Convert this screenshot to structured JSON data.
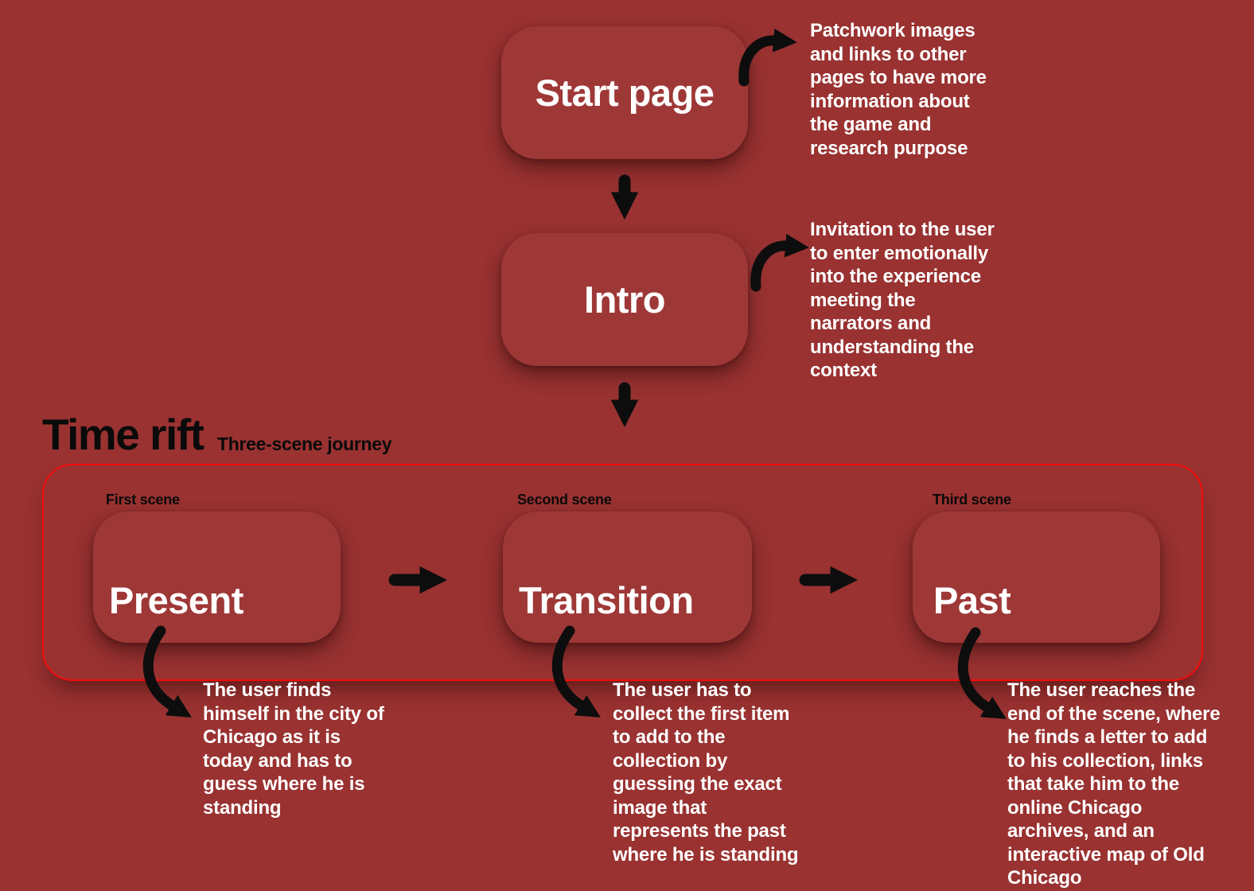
{
  "colors": {
    "background": "#993231",
    "node_fill": "#9e3837",
    "frame_stroke": "#f40b0b",
    "arrow": "#0d0d0d",
    "text_light": "#ffffff",
    "text_dark": "#0a0a0a"
  },
  "flow": {
    "start": {
      "label": "Start page",
      "note": "Patchwork images\nand links to other\npages to have more\ninformation about\nthe game and\nresearch purpose"
    },
    "intro": {
      "label": "Intro",
      "note": "Invitation to the user\nto enter emotionally\ninto the experience\nmeeting the\nnarrators and\nunderstanding the\ncontext"
    }
  },
  "time_rift": {
    "title": "Time rift",
    "subtitle": "Three-scene journey",
    "scenes": [
      {
        "tag": "First scene",
        "label": "Present",
        "note": "The user finds\nhimself in the city of\nChicago as it is\ntoday and has to\nguess where he is\nstanding"
      },
      {
        "tag": "Second scene",
        "label": "Transition",
        "note": "The user has to\ncollect the first item\nto add to the\ncollection by\nguessing the exact\nimage that\nrepresents the past\nwhere he is standing"
      },
      {
        "tag": "Third scene",
        "label": "Past",
        "note": "The user reaches the\nend of the scene, where\nhe finds a letter to add\nto his collection, links\nthat take him to the\nonline Chicago\narchives, and an\ninteractive map of Old\nChicago"
      }
    ]
  }
}
